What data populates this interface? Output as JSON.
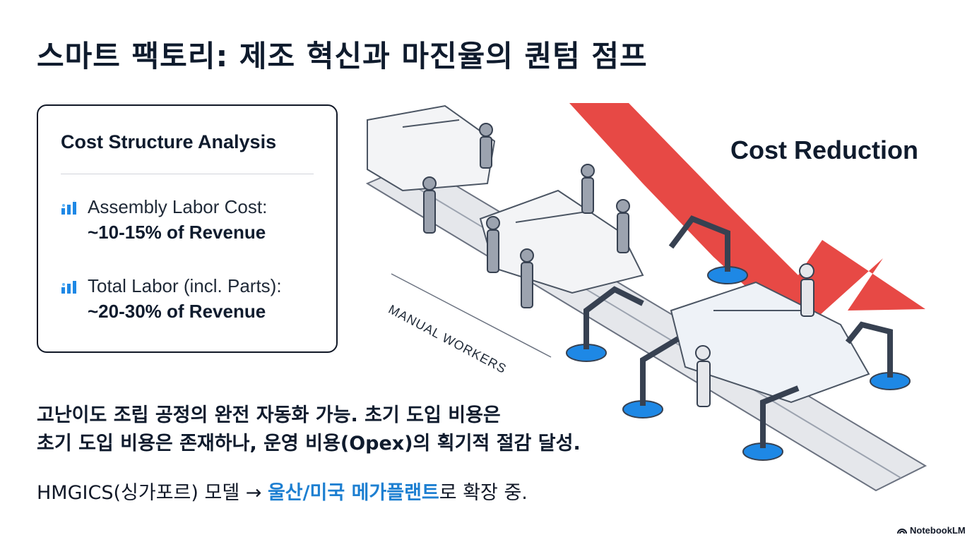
{
  "title": "스마트 팩토리: 제조 혁신과 마진율의 퀀텀 점프",
  "card": {
    "title": "Cost Structure Analysis",
    "metrics": [
      {
        "icon": "bar-chart-icon",
        "label": "Assembly Labor Cost:",
        "value": "~10-15% of Revenue"
      },
      {
        "icon": "bar-chart-icon",
        "label": "Total Labor (incl. Parts):",
        "value": "~20-30% of Revenue"
      }
    ]
  },
  "illustration": {
    "arrow_label": "Cost Reduction",
    "manual_label": "MANUAL WORKERS",
    "arrow_color": "#e53935"
  },
  "description": {
    "line1": "고난이도 조립 공정의 완전 자동화 가능. 초기 도입 비용은",
    "line2": "초기 도입 비용은 존재하나, 운영 비용(Opex)의 획기적 절감 달성."
  },
  "note": {
    "prefix": "HMGICS(싱가포르) 모델 → ",
    "highlight": "울산/미국 메가플랜트",
    "suffix": "로 확장 중.",
    "highlight_color": "#1d7fd1"
  },
  "brand": {
    "icon": "notebooklm-icon",
    "label": "NotebookLM"
  }
}
